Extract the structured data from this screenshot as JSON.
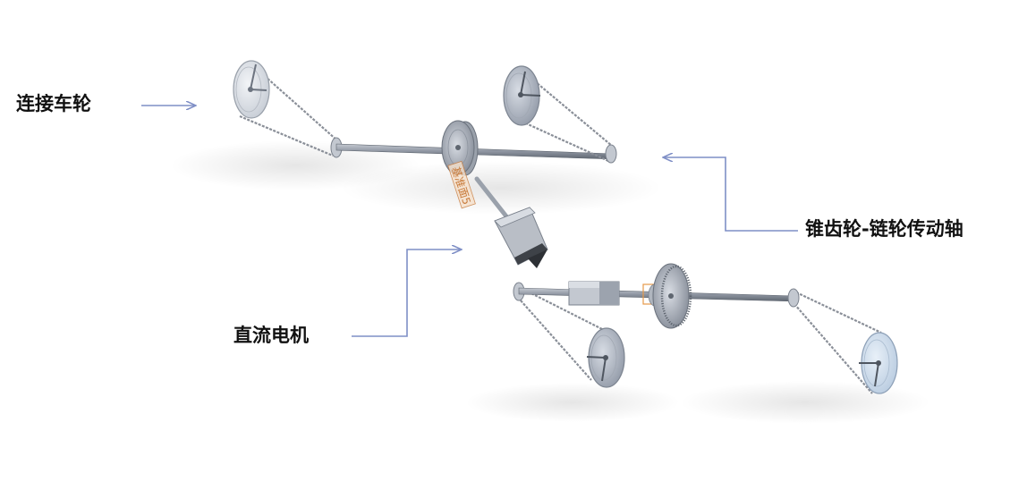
{
  "labels": {
    "wheels": "连接车轮",
    "shaft": "锥齿轮-链轮传动轴",
    "motor": "直流电机"
  },
  "sketch_tag": "基准面5",
  "colors": {
    "arrow": "#7f8fc6",
    "metal": "#a9b0bd",
    "metal_dark": "#6d7480",
    "chain": "#8a8f98",
    "tag": "#c87a3a",
    "wheel_light": "#dfe6ef",
    "wheel_blue": "#c9d9ea"
  }
}
